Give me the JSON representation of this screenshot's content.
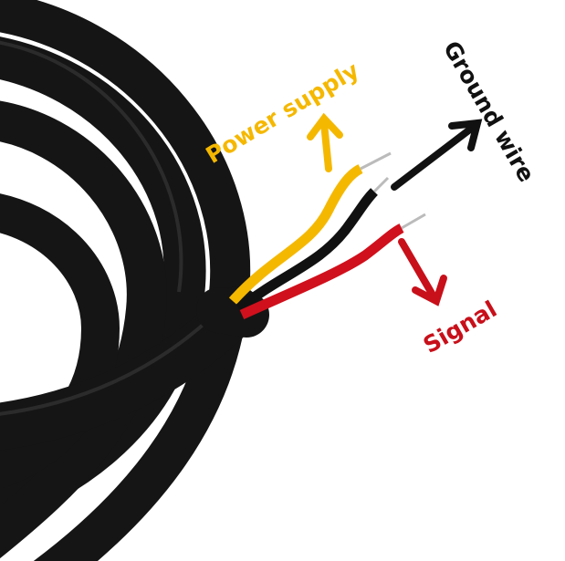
{
  "labels": {
    "power": "Power supply",
    "ground": "Ground wire",
    "signal": "Signal"
  },
  "colors": {
    "power": "#f5b800",
    "ground": "#111111",
    "signal": "#c8101a",
    "cable": "#1a1a1a"
  }
}
